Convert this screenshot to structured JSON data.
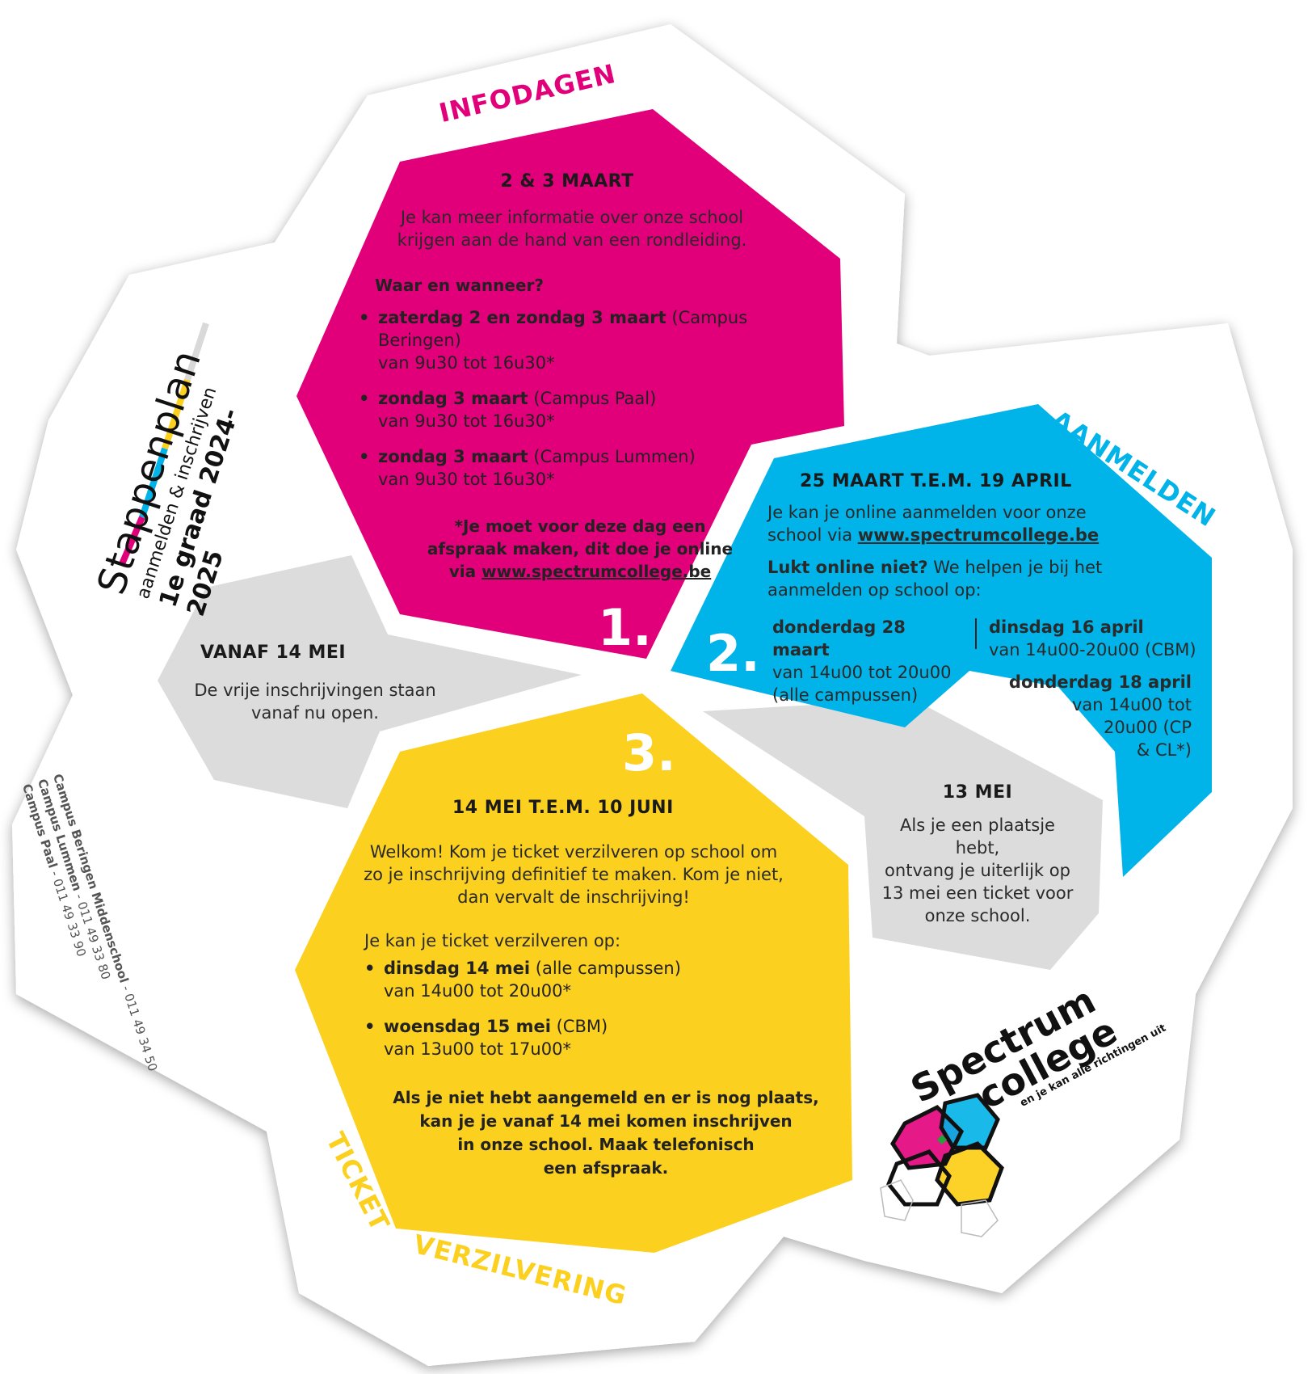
{
  "brand": {
    "title": "Stappenplan",
    "subtitle": "aanmelden & inschrijven",
    "grade": "1e graad 2024-2025",
    "logo_line1": "Spectrum",
    "logo_line2": "college",
    "logo_tagline": "en je kan alle richtingen uit"
  },
  "colors": {
    "magenta": "#e2007a",
    "cyan": "#00b3e8",
    "yellow": "#fcd01e",
    "grey": "#dcdcdc"
  },
  "step1": {
    "label": "INFODAGEN",
    "number": "1.",
    "heading": "2 & 3 MAART",
    "intro": "Je kan meer informatie over onze school krijgen aan de hand van een rondleiding.",
    "where_when": "Waar en wanneer?",
    "items": [
      {
        "bold": "zaterdag 2 en zondag 3 maart",
        "place": " (Campus Beringen)",
        "time": "van 9u30 tot 16u30*"
      },
      {
        "bold": "zondag 3 maart",
        "place": " (Campus Paal)",
        "time": "van 9u30 tot 16u30*"
      },
      {
        "bold": "zondag 3 maart",
        "place": " (Campus Lummen)",
        "time": "van 9u30 tot 16u30*"
      }
    ],
    "note_line1": "*Je moet voor deze dag een",
    "note_line2": "afspraak maken, dit doe je online",
    "note_via": "via ",
    "note_link": "www.spectrumcollege.be"
  },
  "step2": {
    "label": "AANMELDEN",
    "number": "2.",
    "heading": "25 MAART T.E.M. 19 APRIL",
    "intro_line1": "Je kan je online aanmelden voor onze",
    "intro_via": "school via ",
    "intro_link": "www.spectrumcollege.be",
    "help_bold": "Lukt online niet?",
    "help_rest": " We helpen je bij het aanmelden op school op:",
    "col1_bold": "donderdag 28 maart",
    "col1_time": "van 14u00 tot 20u00",
    "col1_place": "(alle campussen)",
    "col2_bold": "dinsdag 16 april",
    "col2_time": "van 14u00-20u00 (CBM)",
    "col3_bold": "donderdag 18 april",
    "col3_l1": "van 14u00 tot",
    "col3_l2": "20u00 (CP",
    "col3_l3": "& CL*)"
  },
  "step3": {
    "label1": "TICKET",
    "label2": "VERZILVERING",
    "number": "3.",
    "heading": "14 MEI T.E.M. 10 JUNI",
    "intro": "Welkom! Kom je ticket verzilveren op school om zo je inschrijving definitief te maken. Kom je niet, dan vervalt de inschrijving!",
    "where": "Je kan je ticket verzilveren op:",
    "items": [
      {
        "bold": "dinsdag 14 mei",
        "place": " (alle campussen)",
        "time": "van 14u00 tot 20u00*"
      },
      {
        "bold": "woensdag 15 mei",
        "place": " (CBM)",
        "time": "van 13u00 tot 17u00*"
      }
    ],
    "note_l1": "Als je niet hebt aangemeld en er is nog plaats,",
    "note_l2": "kan je je vanaf 14 mei komen inschrijven",
    "note_l3": "in onze school. Maak telefonisch",
    "note_l4": "een afspraak."
  },
  "grey_left": {
    "heading": "VANAF 14 MEI",
    "body_l1": "De vrije inschrijvingen staan",
    "body_l2": "vanaf nu open."
  },
  "grey_right": {
    "heading": "13 MEI",
    "body_l1": "Als je een plaatsje hebt,",
    "body_l2": "ontvang je uiterlijk op",
    "body_l3": "13 mei een ticket voor",
    "body_l4": "onze school."
  },
  "contacts": [
    {
      "name": "Campus Beringen Middenschool",
      "phone": " - 011 49 34 50"
    },
    {
      "name": "Campus Lummen",
      "phone": " - 011 49 33 80"
    },
    {
      "name": "Campus Paal",
      "phone": " - 011 49 33 90"
    }
  ]
}
